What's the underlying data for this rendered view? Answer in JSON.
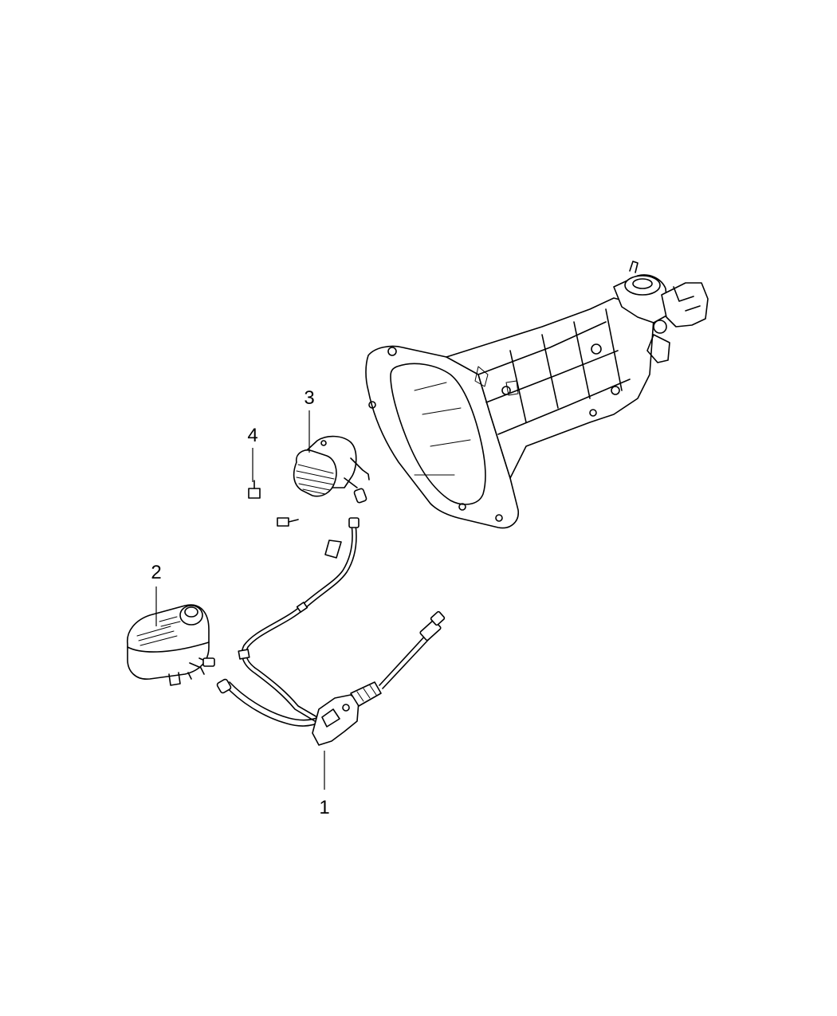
{
  "callouts": [
    {
      "id": "1",
      "label": "1"
    },
    {
      "id": "2",
      "label": "2"
    },
    {
      "id": "3",
      "label": "3"
    },
    {
      "id": "4",
      "label": "4"
    }
  ],
  "colors": {
    "ink": "#000000",
    "background": "#ffffff"
  }
}
